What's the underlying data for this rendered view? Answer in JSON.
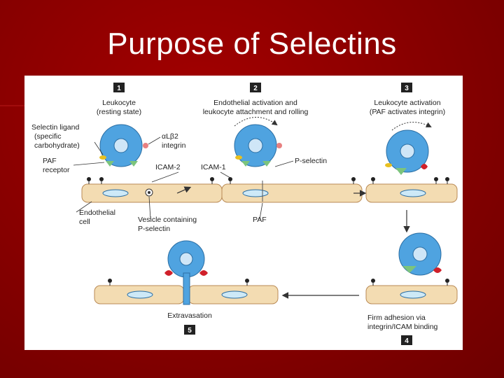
{
  "slide": {
    "title": "Purpose of Selectins",
    "colors": {
      "background": "#8c0000",
      "title": "#ffffff",
      "panel": "#ffffff",
      "cell_fill": "#f3dcb2",
      "cell_stroke": "#b98a55",
      "leukocyte": "#4fa3e0",
      "nucleus": "#cfe6f7",
      "receptor_green": "#7cc47c",
      "selectin_red": "#d0202a",
      "ligand_yellow": "#e8c020"
    }
  },
  "figure": {
    "steps": [
      "1",
      "2",
      "3",
      "4",
      "5"
    ],
    "labels": {
      "leukocyte": "Leukocyte",
      "resting_state": "(resting state)",
      "endo_activation_1": "Endothelial activation and",
      "endo_activation_2": "leukocyte attachment and rolling",
      "leuko_activation_1": "Leukocyte activation",
      "leuko_activation_2": "(PAF activates integrin)",
      "selectin_ligand_1": "Selectin ligand",
      "selectin_ligand_2": "(specific",
      "selectin_ligand_3": "carbohydrate)",
      "integrin_1": "αLβ2",
      "integrin_2": "integrin",
      "paf_receptor_1": "PAF",
      "paf_receptor_2": "receptor",
      "icam2": "ICAM-2",
      "icam1": "ICAM-1",
      "p_selectin": "P-selectin",
      "endothelial_cell_1": "Endothelial",
      "endothelial_cell_2": "cell",
      "vesicle_1": "Vesicle containing",
      "vesicle_2": "P-selectin",
      "paf": "PAF",
      "firm_adhesion_1": "Firm adhesion via",
      "firm_adhesion_2": "integrin/ICAM binding",
      "extravasation": "Extravasation"
    }
  }
}
